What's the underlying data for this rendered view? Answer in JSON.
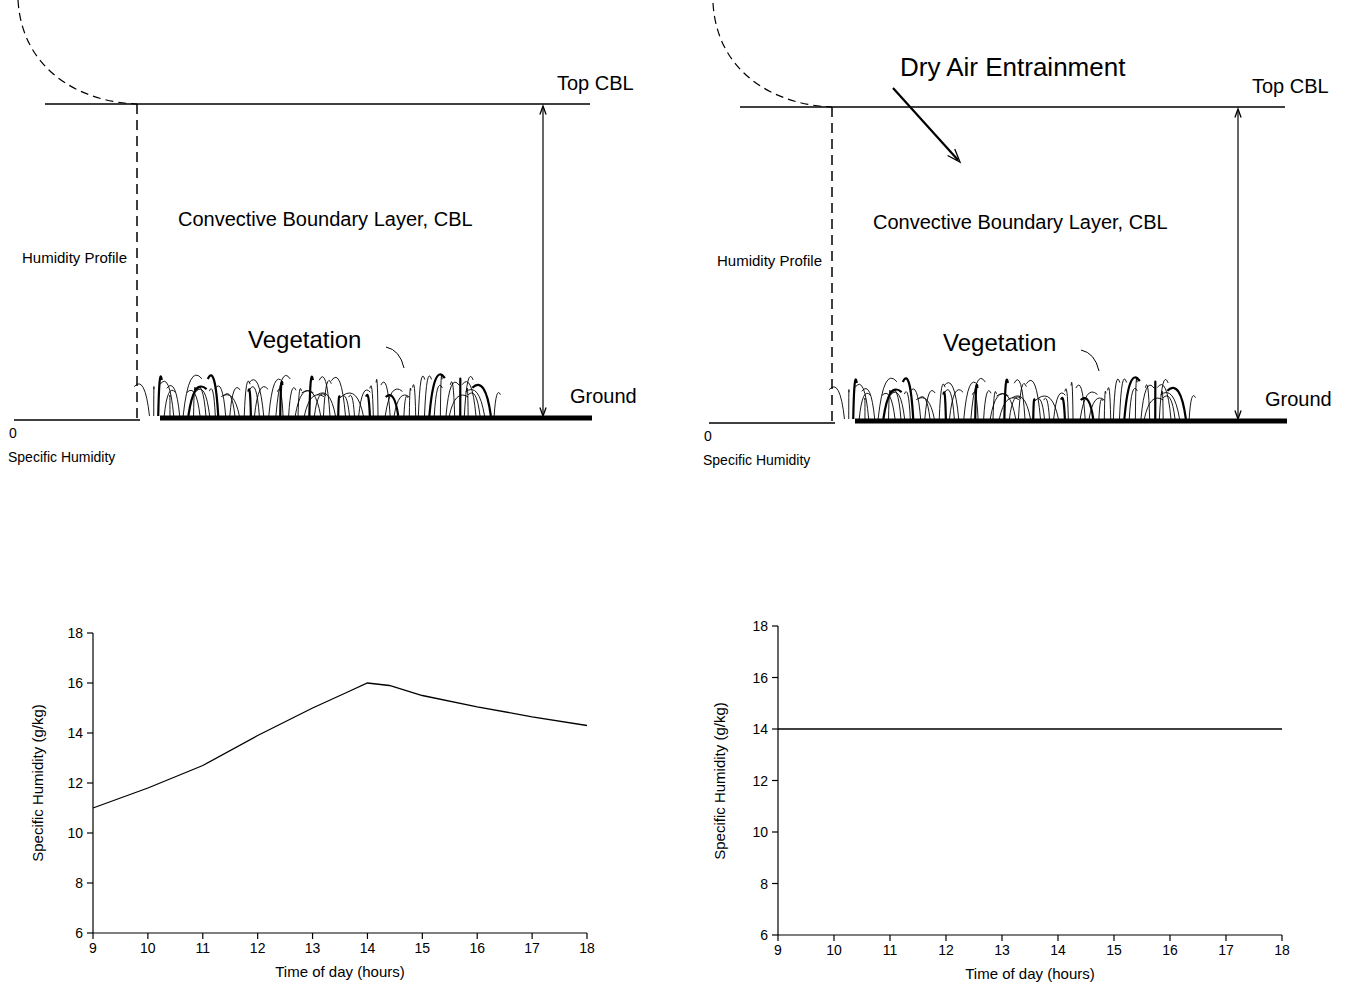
{
  "diagram": {
    "labels": [
      "Top CBL",
      "Convective Boundary Layer, CBL",
      "Humidity Profile",
      "Vegetation",
      "Ground",
      "0",
      "Specific Humidity",
      "Dry Air Entrainment",
      "Top CBL",
      "Convective Boundary Layer, CBL",
      "Humidity Profile",
      "Vegetation",
      "Ground",
      "0",
      "Specific Humidity",
      "18",
      "16",
      "14",
      "12",
      "10",
      "8",
      "6",
      "9",
      "10",
      "11",
      "12",
      "13",
      "14",
      "15",
      "16",
      "17",
      "18",
      "Specific Humidity (g/kg)",
      "Time of day (hours)",
      "18",
      "16",
      "14",
      "12",
      "10",
      "8",
      "6",
      "9",
      "10",
      "11",
      "12",
      "13",
      "14",
      "15",
      "16",
      "17",
      "18",
      "Specific Humidity (g/kg)",
      "Time of day (hours)"
    ]
  }
}
